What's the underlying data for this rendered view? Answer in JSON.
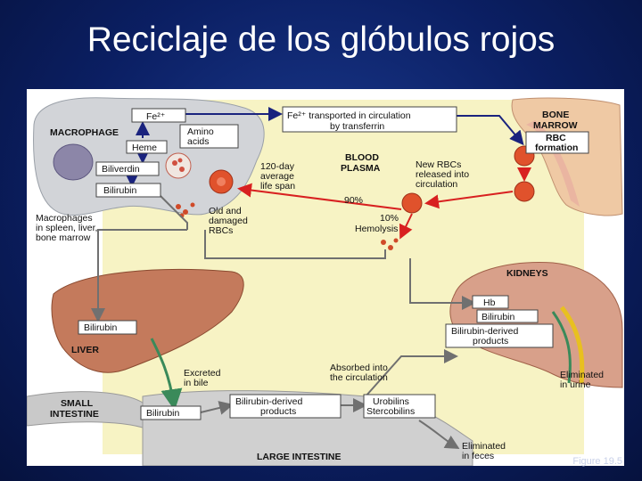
{
  "slide": {
    "title": "Reciclaje de los glóbulos rojos",
    "caption": "Figure 19.5"
  },
  "diagram": {
    "regions": {
      "macrophage": "MACROPHAGE",
      "bone_marrow_1": "BONE",
      "bone_marrow_2": "MARROW",
      "blood_plasma_1": "BLOOD",
      "blood_plasma_2": "PLASMA",
      "kidneys": "KIDNEYS",
      "liver": "LIVER",
      "small_intestine_1": "SMALL",
      "small_intestine_2": "INTESTINE",
      "large_intestine": "LARGE INTESTINE"
    },
    "boxes": {
      "fe": "Fe²⁺",
      "amino_1": "Amino",
      "amino_2": "acids",
      "heme": "Heme",
      "biliverdin": "Biliverdin",
      "bilirubin_macro": "Bilirubin",
      "transferrin_1": "Fe²⁺ transported in circulation",
      "transferrin_2": "by transferrin",
      "rbc_formation_1": "RBC",
      "rbc_formation_2": "formation",
      "bilirubin_liver": "Bilirubin",
      "bilirubin_intestine": "Bilirubin",
      "bilirubin_derived_1": "Bilirubin-derived",
      "bilirubin_derived_2": "products",
      "urobilins_1": "Urobilins",
      "urobilins_2": "Stercobilins",
      "hb": "Hb",
      "kidney_bilirubin": "Bilirubin",
      "kidney_derived_1": "Bilirubin-derived",
      "kidney_derived_2": "products"
    },
    "labels": {
      "macrophages_1": "Macrophages",
      "macrophages_2": "in spleen, liver,",
      "macrophages_3": "bone marrow",
      "lifespan_1": "120-day",
      "lifespan_2": "average",
      "lifespan_3": "life span",
      "new_rbc_1": "New RBCs",
      "new_rbc_2": "released into",
      "new_rbc_3": "circulation",
      "old_rbc_1": "Old and",
      "old_rbc_2": "damaged",
      "old_rbc_3": "RBCs",
      "percent_90": "90%",
      "hemolysis_1": "10%",
      "hemolysis_2": "Hemolysis",
      "excreted_1": "Excreted",
      "excreted_2": "in bile",
      "absorbed_1": "Absorbed into",
      "absorbed_2": "the circulation",
      "urine_1": "Eliminated",
      "urine_2": "in urine",
      "feces_1": "Eliminated",
      "feces_2": "in feces"
    },
    "colors": {
      "plasma_bg": "#f7f3c4",
      "macrophage": "#d2d4d8",
      "bone": "#efc9a4",
      "liver": "#c47a5c",
      "kidney": "#d8a08a",
      "intestine": "#c9c9c9",
      "rbc": "#e0522c",
      "arrow_red": "#d82020",
      "arrow_blue": "#1a237e",
      "arrow_gray": "#707070",
      "bile_green": "#3a8a5a",
      "urine_yellow": "#e8c020"
    }
  }
}
